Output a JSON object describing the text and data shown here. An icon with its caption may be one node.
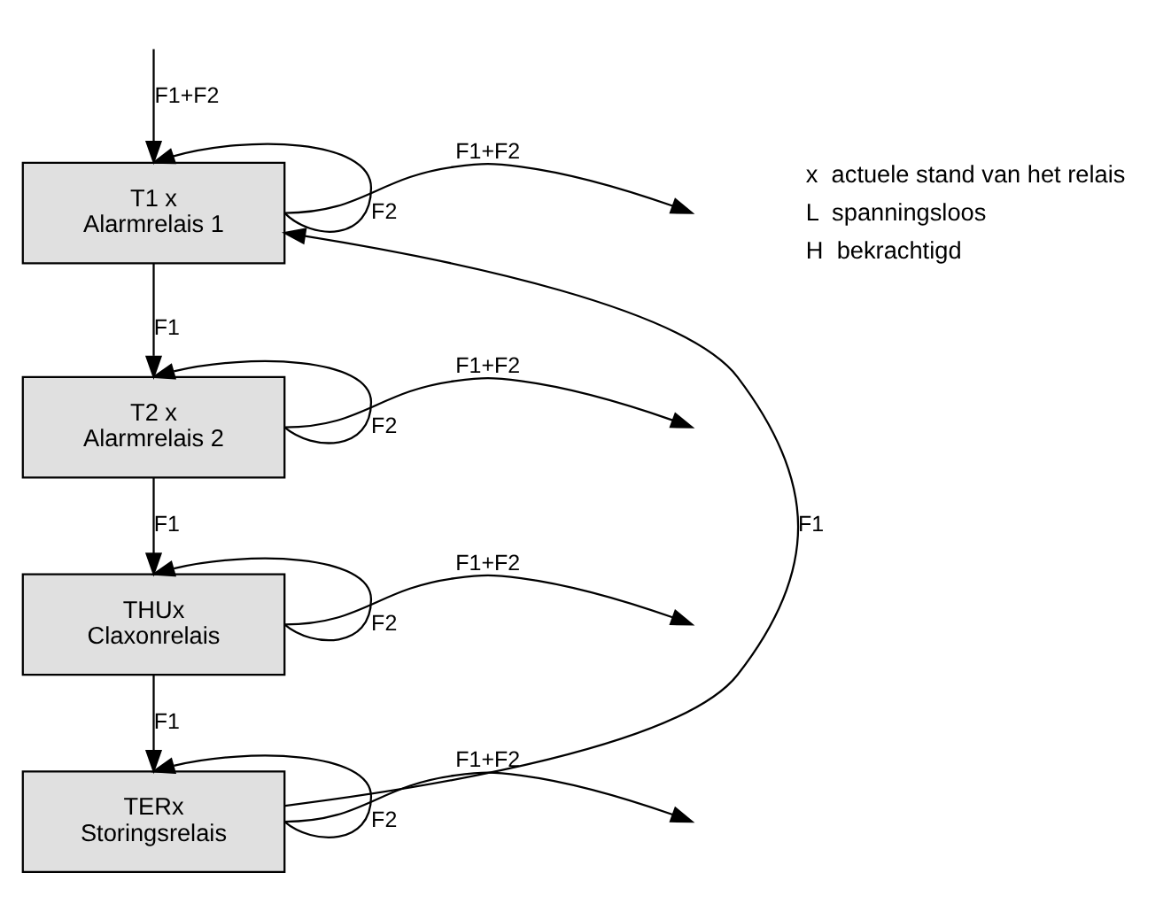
{
  "diagram": {
    "nodes": [
      {
        "text": [
          "T1 x",
          "Alarmrelais 1"
        ]
      },
      {
        "text": [
          "T2 x",
          "Alarmrelais 2"
        ]
      },
      {
        "text": [
          "THUx",
          "Claxonrelais"
        ]
      },
      {
        "text": [
          "TERx",
          "Storingsrelais"
        ]
      }
    ],
    "edges": [
      {
        "from": 0,
        "to": 0,
        "arrow": "to",
        "label": "F2"
      },
      {
        "from": 0,
        "to": null,
        "arrow": "to",
        "label": "F1+F2"
      },
      {
        "from": null,
        "to": 0,
        "arrow": "to",
        "label": "F1+F2"
      },
      {
        "from": 0,
        "to": 1,
        "arrow": "to",
        "label": "F1"
      },
      {
        "from": 1,
        "to": 1,
        "arrow": "to",
        "label": "F2"
      },
      {
        "from": 1,
        "to": null,
        "arrow": "to",
        "label": "F1+F2"
      },
      {
        "from": 1,
        "to": 2,
        "arrow": "to",
        "label": "F1"
      },
      {
        "from": 2,
        "to": 2,
        "arrow": "to",
        "label": "F2"
      },
      {
        "from": 2,
        "to": null,
        "arrow": "to",
        "label": "F1+F2"
      },
      {
        "from": 2,
        "to": 3,
        "arrow": "to",
        "label": "F1"
      },
      {
        "from": 3,
        "to": 3,
        "arrow": "to",
        "label": "F2"
      },
      {
        "from": 3,
        "to": null,
        "arrow": "to",
        "label": "F1+F2"
      },
      {
        "from": 3,
        "to": 0,
        "arrow": "to",
        "label": "F1"
      }
    ],
    "labels": [
      "x  actuele stand van het relais",
      "L  spanningsloos",
      "H  bekrachtigd"
    ]
  }
}
